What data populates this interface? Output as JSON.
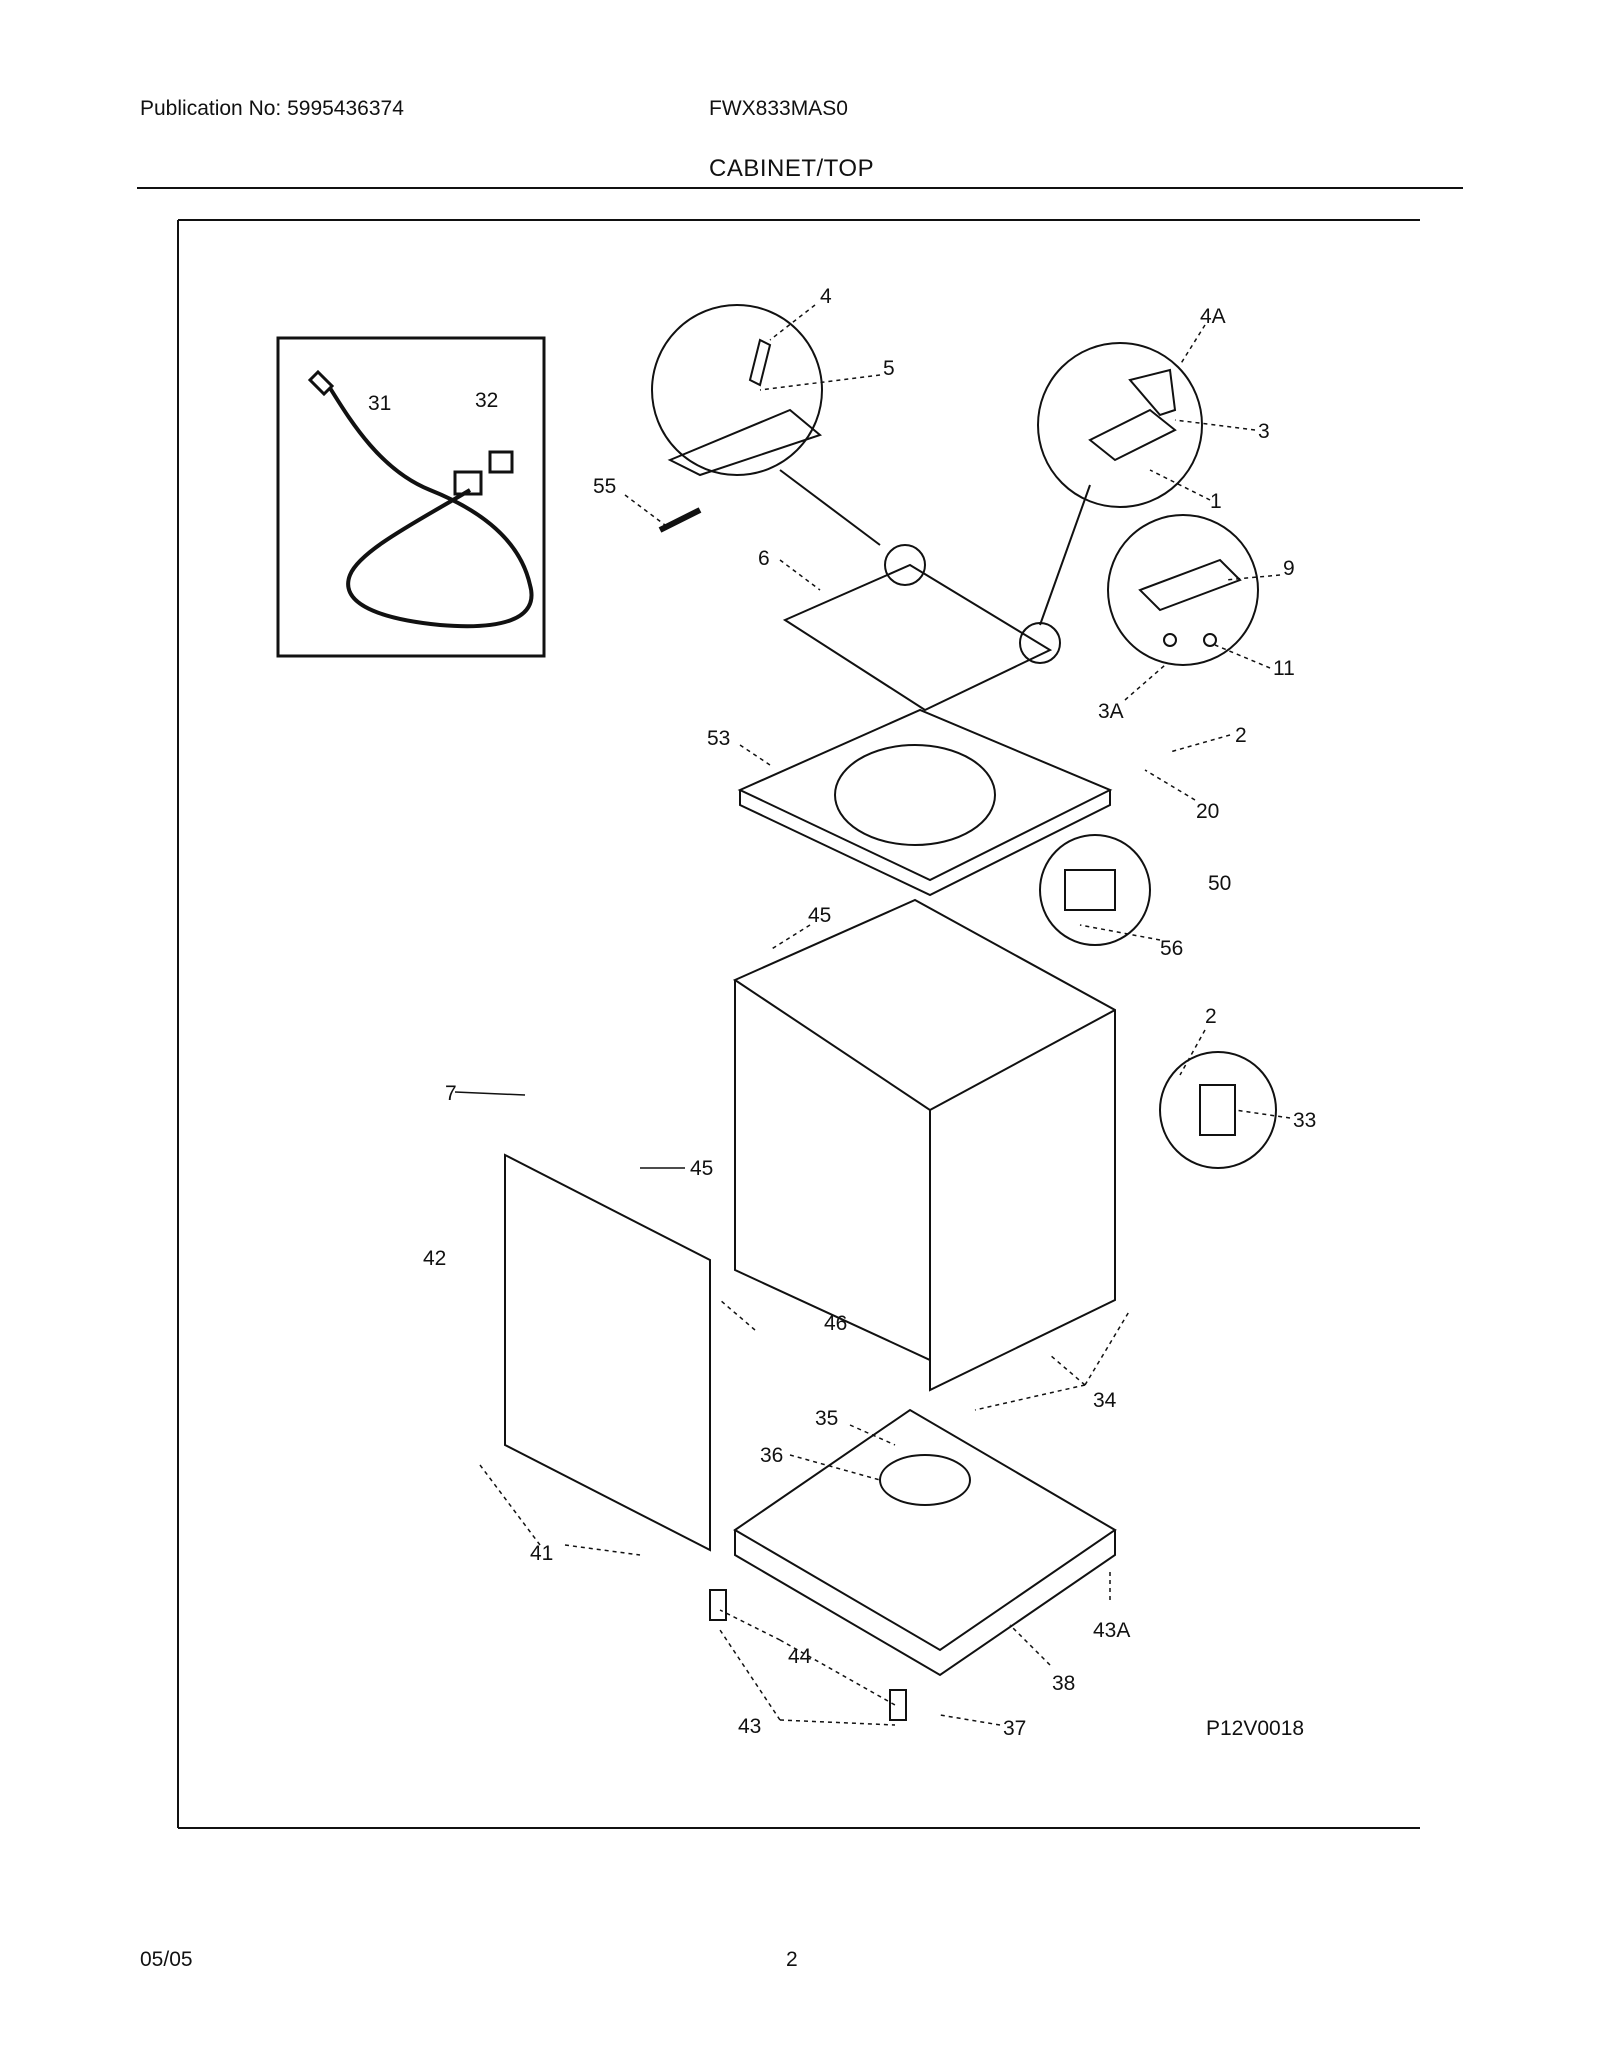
{
  "header": {
    "publication": "Publication No: 5995436374",
    "model": "FWX833MAS0",
    "section_title": "CABINET/TOP"
  },
  "diagram": {
    "drawing_code": "P12V0018",
    "callouts": [
      {
        "id": "4",
        "label": "4"
      },
      {
        "id": "4A",
        "label": "4A"
      },
      {
        "id": "5",
        "label": "5"
      },
      {
        "id": "3",
        "label": "3"
      },
      {
        "id": "31",
        "label": "31"
      },
      {
        "id": "32",
        "label": "32"
      },
      {
        "id": "55",
        "label": "55"
      },
      {
        "id": "1",
        "label": "1"
      },
      {
        "id": "6",
        "label": "6"
      },
      {
        "id": "9",
        "label": "9"
      },
      {
        "id": "11",
        "label": "11"
      },
      {
        "id": "3A",
        "label": "3A"
      },
      {
        "id": "53",
        "label": "53"
      },
      {
        "id": "2a",
        "label": "2"
      },
      {
        "id": "20",
        "label": "20"
      },
      {
        "id": "50",
        "label": "50"
      },
      {
        "id": "45a",
        "label": "45"
      },
      {
        "id": "56",
        "label": "56"
      },
      {
        "id": "2b",
        "label": "2"
      },
      {
        "id": "7",
        "label": "7"
      },
      {
        "id": "33",
        "label": "33"
      },
      {
        "id": "45b",
        "label": "45"
      },
      {
        "id": "42",
        "label": "42"
      },
      {
        "id": "46",
        "label": "46"
      },
      {
        "id": "34",
        "label": "34"
      },
      {
        "id": "35",
        "label": "35"
      },
      {
        "id": "36",
        "label": "36"
      },
      {
        "id": "41",
        "label": "41"
      },
      {
        "id": "43A",
        "label": "43A"
      },
      {
        "id": "44",
        "label": "44"
      },
      {
        "id": "38",
        "label": "38"
      },
      {
        "id": "43",
        "label": "43"
      },
      {
        "id": "37",
        "label": "37"
      }
    ]
  },
  "footer": {
    "date": "05/05",
    "page_number": "2"
  }
}
